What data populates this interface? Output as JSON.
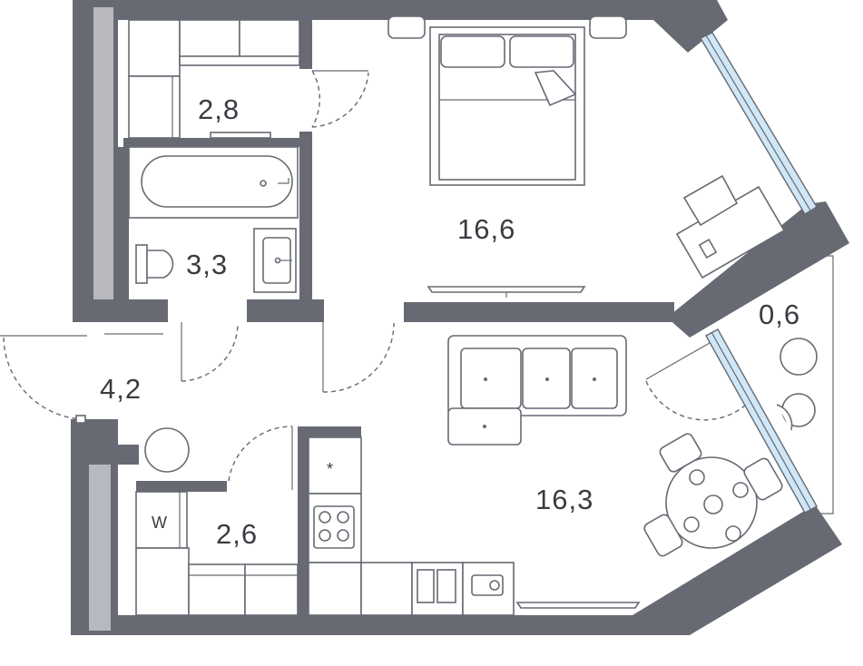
{
  "rooms": [
    {
      "id": "closet",
      "area": "2,8"
    },
    {
      "id": "bedroom",
      "area": "16,6"
    },
    {
      "id": "bathroom",
      "area": "3,3"
    },
    {
      "id": "balcony",
      "area": "0,6"
    },
    {
      "id": "hall",
      "area": "4,2"
    },
    {
      "id": "corridor",
      "area": "2,6"
    },
    {
      "id": "living-kitchen",
      "area": "16,3"
    }
  ],
  "symbols": {
    "washer": "W",
    "fridge": "*"
  },
  "colors": {
    "wall": "#676a73",
    "wall_light": "#b7b9bf",
    "glass": "#cfe7f7"
  }
}
